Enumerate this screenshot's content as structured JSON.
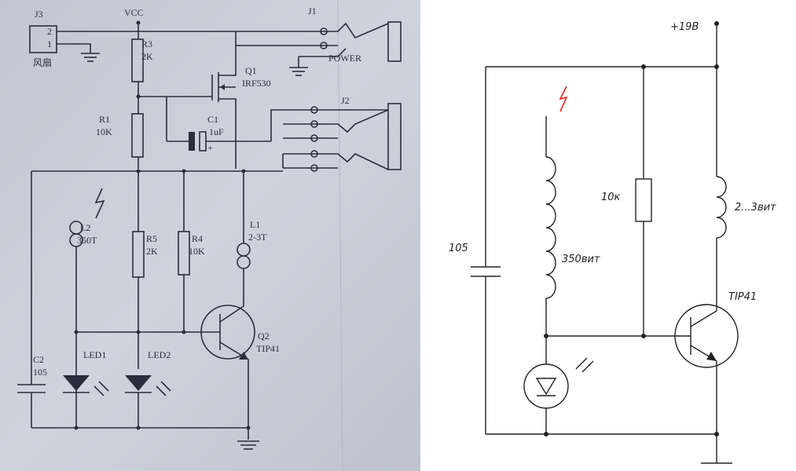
{
  "photo_schematic": {
    "j3_label": "J3",
    "j3_pin2": "2",
    "j3_pin1": "1",
    "j3_caption": "风扇",
    "vcc": "VCC",
    "r3": "R3",
    "r3_value": "2K",
    "j1_label": "J1",
    "power": "POWER",
    "q1": "Q1",
    "q1_part": "IRF530",
    "r1": "R1",
    "r1_value": "10K",
    "c1": "C1",
    "c1_value": "1uF",
    "c1_plus": "+",
    "j2_label": "J2",
    "coil2_label": "L2",
    "coil2_turns": "350T",
    "r5": "R5",
    "r5_value": "2K",
    "r4": "R4",
    "r4_value": "10K",
    "l1": "L1",
    "l1_turns": "2-3T",
    "q2": "Q2",
    "q2_part": "TIP41",
    "c2": "C2",
    "c2_value": "105",
    "led1": "LED1",
    "led2": "LED2",
    "paper_color": "#c9ccd8"
  },
  "clean_schematic": {
    "supply": "+19В",
    "resistor": "10к",
    "coil_small": "2...3вит",
    "coil_large": "350вит",
    "capacitor": "105",
    "transistor": "TIP41",
    "spark_color": "#e02020"
  }
}
